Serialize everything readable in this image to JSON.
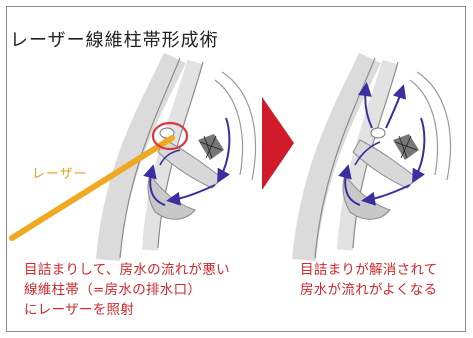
{
  "title": "レーザー線維柱帯形成術",
  "laser_label": "レーザー",
  "caption_left": [
    "目詰まりして、房水の流れが悪い",
    "線維柱帯（=房水の排水口）",
    "にレーザーを照射"
  ],
  "caption_right": [
    "目詰まりが解消されて",
    "房水が流れがよくなる"
  ],
  "colors": {
    "caption": "#d2262b",
    "laser": "#f0a820",
    "arrow": "#d11a2a",
    "flow": "#3a2fa0",
    "circle": "#d9383f"
  }
}
